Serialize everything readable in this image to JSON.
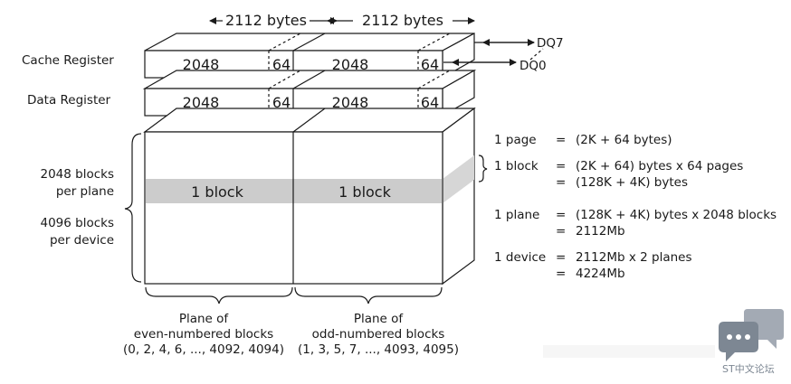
{
  "header": {
    "left_width": "2112 bytes",
    "right_width": "2112 bytes"
  },
  "registers": {
    "cache_label": "Cache Register",
    "data_label": "Data Register",
    "main_size": "2048",
    "spare_size": "64"
  },
  "io": {
    "dq7": "DQ7",
    "dq0": "DQ0"
  },
  "array": {
    "block_label": "1 block",
    "blocks_per_plane_line1": "2048 blocks",
    "blocks_per_plane_line2": "per plane",
    "blocks_per_device_line1": "4096 blocks",
    "blocks_per_device_line2": "per device"
  },
  "planes": {
    "even": {
      "line1": "Plane of",
      "line2": "even-numbered blocks",
      "line3": "(0, 2, 4, 6, ..., 4092, 4094)"
    },
    "odd": {
      "line1": "Plane of",
      "line2": "odd-numbered blocks",
      "line3": "(1, 3, 5, 7, ..., 4093, 4095)"
    }
  },
  "equations": [
    {
      "term": "1 page",
      "lines": [
        "(2K + 64 bytes)"
      ]
    },
    {
      "term": "1 block",
      "lines": [
        "(2K + 64) bytes x 64 pages",
        "(128K + 4K) bytes"
      ]
    },
    {
      "term": "1 plane",
      "lines": [
        "(128K + 4K) bytes x 2048 blocks",
        "2112Mb"
      ]
    },
    {
      "term": "1 device",
      "lines": [
        "2112Mb x 2 planes",
        "4224Mb"
      ]
    }
  ],
  "equals_sign": "=",
  "watermark": {
    "text": "ST中文论坛",
    "icon": "chat-bubbles-icon"
  }
}
